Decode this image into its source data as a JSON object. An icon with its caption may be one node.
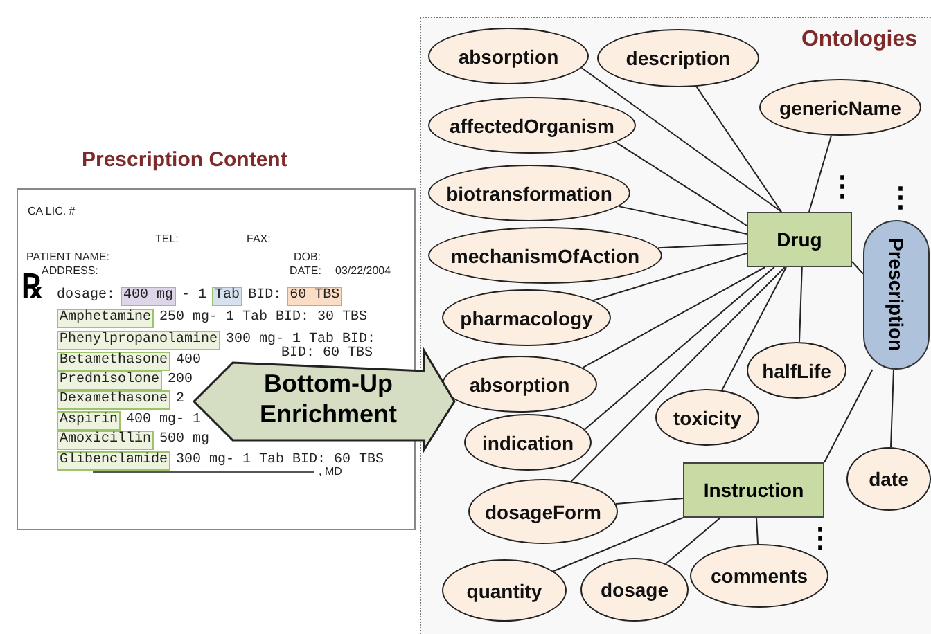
{
  "diagram": {
    "nodes": [
      {
        "text": [
          "Ontologies"
        ]
      },
      {
        "text": [
          "absorption"
        ],
        "in": 0
      },
      {
        "text": [
          "description"
        ],
        "in": 0
      },
      {
        "text": [
          "genericName"
        ],
        "in": 0
      },
      {
        "text": [
          "affectedOrganism"
        ],
        "in": 0
      },
      {
        "text": [
          "biotransformation"
        ],
        "in": 0
      },
      {
        "text": [
          "mechanismOfAction"
        ],
        "in": 0
      },
      {
        "text": [
          "pharmacology"
        ],
        "in": 0
      },
      {
        "text": [
          "Drug"
        ],
        "in": 0
      },
      {
        "text": [
          "Prescription"
        ],
        "in": 0
      },
      {
        "text": [
          "absorption"
        ],
        "in": 0
      },
      {
        "text": [
          "halfLife"
        ],
        "in": 0
      },
      {
        "text": [
          "indication"
        ],
        "in": 0
      },
      {
        "text": [
          "toxicity"
        ],
        "in": 0
      },
      {
        "text": [
          "date"
        ],
        "in": 0
      },
      {
        "text": [
          "dosageForm"
        ],
        "in": 0
      },
      {
        "text": [
          "Instruction"
        ],
        "in": 0
      },
      {
        "text": [
          "comments"
        ],
        "in": 0
      },
      {
        "text": [
          "quantity"
        ],
        "in": 0
      },
      {
        "text": [
          "dosage"
        ],
        "in": 0
      },
      {
        "text": [
          "Prescription Content"
        ]
      },
      {
        "text": [
          "Bottom-Up Enrichment"
        ]
      }
    ],
    "edges": [
      {
        "from": 8,
        "to": 1,
        "arrow": "none"
      },
      {
        "from": 8,
        "to": 2,
        "arrow": "none"
      },
      {
        "from": 8,
        "to": 3,
        "arrow": "none"
      },
      {
        "from": 8,
        "to": 4,
        "arrow": "none"
      },
      {
        "from": 8,
        "to": 5,
        "arrow": "none"
      },
      {
        "from": 8,
        "to": 6,
        "arrow": "none"
      },
      {
        "from": 8,
        "to": 7,
        "arrow": "none"
      },
      {
        "from": 8,
        "to": 10,
        "arrow": "none"
      },
      {
        "from": 8,
        "to": 12,
        "arrow": "none"
      },
      {
        "from": 8,
        "to": 15,
        "arrow": "none"
      },
      {
        "from": 8,
        "to": 13,
        "arrow": "none"
      },
      {
        "from": 8,
        "to": 11,
        "arrow": "none"
      },
      {
        "from": 8,
        "to": 9,
        "arrow": "none"
      },
      {
        "from": 9,
        "to": 16,
        "arrow": "none"
      },
      {
        "from": 9,
        "to": 14,
        "arrow": "none"
      },
      {
        "from": 16,
        "to": 15,
        "arrow": "none"
      },
      {
        "from": 16,
        "to": 18,
        "arrow": "none"
      },
      {
        "from": 16,
        "to": 19,
        "arrow": "none"
      },
      {
        "from": 16,
        "to": 17,
        "arrow": "none"
      }
    ],
    "labels": [
      "CA LIC. #",
      "TEL:",
      "FAX:",
      "PATIENT NAME:",
      "DOB:",
      "ADDRESS:",
      "DATE:",
      "03/22/2004",
      "℞",
      "dosage:",
      "400 mg",
      "- 1",
      "Tab",
      "BID:",
      "60 TBS",
      "Amphetamine",
      "250 mg- 1 Tab BID: 30 TBS",
      "Phenylpropanolamine",
      "300 mg- 1 Tab BID:",
      "Betamethasone",
      "400",
      "BID: 60 TBS",
      "Prednisolone",
      "200",
      "Dexamethasone",
      "2",
      "Aspirin",
      "400 mg- 1",
      "Amoxicillin",
      "500 mg",
      "Glibenclamide",
      "300 mg- 1 Tab BID: 60 TBS",
      ", MD",
      "⋮",
      "⋮",
      "⋮"
    ]
  }
}
